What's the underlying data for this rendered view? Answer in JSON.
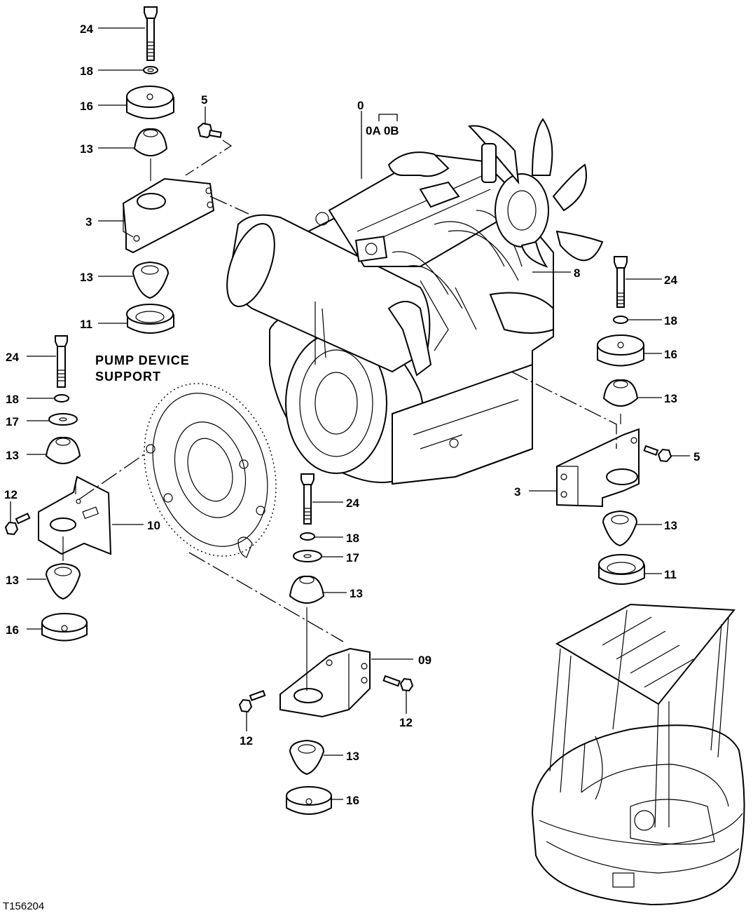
{
  "caption": {
    "line1": "PUMP DEVICE",
    "line2": "SUPPORT"
  },
  "figure_id": "T156204",
  "engine_refs": {
    "main": "0",
    "variants": "0A 0B",
    "injection_lines": "8"
  },
  "callouts": {
    "top_left": [
      "24",
      "18",
      "16",
      "13",
      "5",
      "3",
      "13",
      "11"
    ],
    "mid_left": [
      "24",
      "18",
      "17",
      "13",
      "12",
      "10",
      "13",
      "16"
    ],
    "right": [
      "24",
      "18",
      "16",
      "13",
      "5",
      "3",
      "13",
      "11"
    ],
    "bottom_center": [
      "24",
      "18",
      "17",
      "13",
      "09",
      "12",
      "12",
      "13",
      "16"
    ]
  }
}
